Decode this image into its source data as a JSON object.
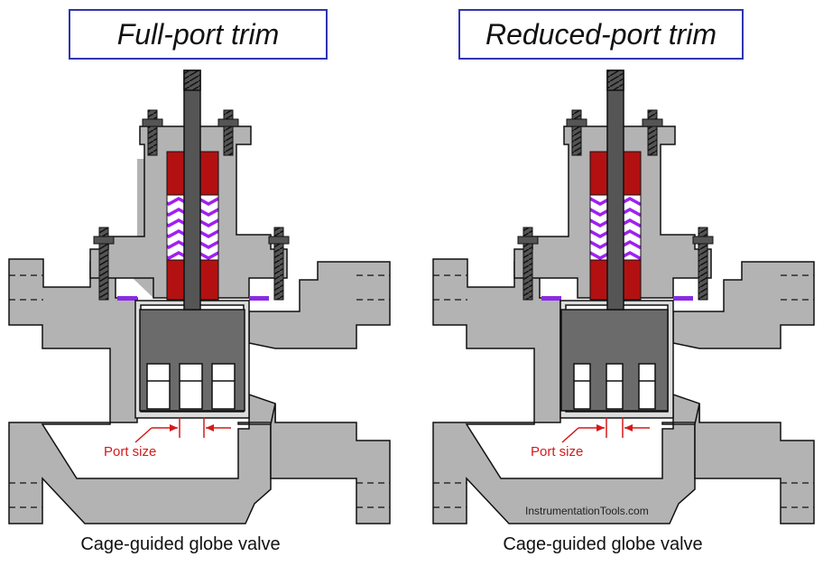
{
  "diagrams": [
    {
      "id": "full-port",
      "title": "Full-port trim",
      "port_label": "Port size",
      "caption": "Cage-guided globe valve"
    },
    {
      "id": "reduced-port",
      "title": "Reduced-port trim",
      "port_label": "Port size",
      "caption": "Cage-guided globe valve"
    }
  ],
  "watermark": "InstrumentationTools.com",
  "colors": {
    "body": "#b3b3b3",
    "outline": "#111111",
    "stem": "#555555",
    "plug": "#6b6b6b",
    "packing": "#b31111",
    "packing_spring": "#a020f0",
    "gasket": "#8a2be2",
    "title_border": "#2f35b0",
    "dimension": "#d41a1a"
  }
}
